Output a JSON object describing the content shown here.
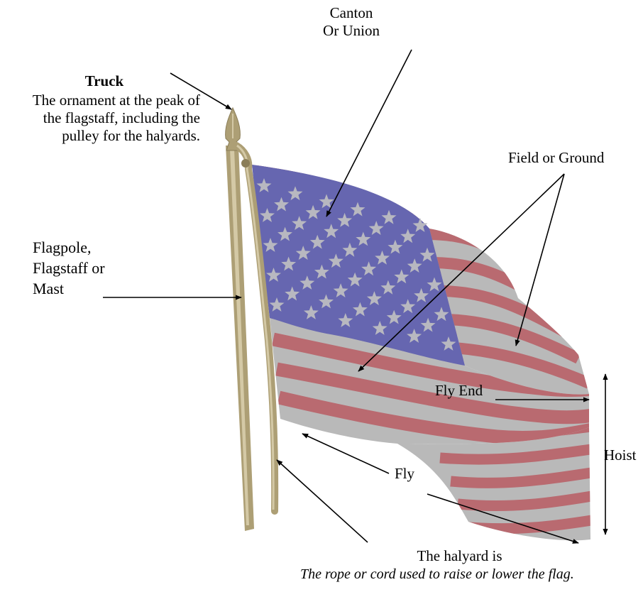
{
  "labels": {
    "canton": {
      "line1": "Canton",
      "line2": "Or Union"
    },
    "truck": {
      "title": "Truck",
      "desc1": "The ornament at the peak of",
      "desc2": "the flagstaff, including the",
      "desc3": "pulley for the halyards."
    },
    "field": "Field or Ground",
    "flagpole": {
      "line1": "Flagpole,",
      "line2": "Flagstaff or",
      "line3": "Mast"
    },
    "fly_end": "Fly End",
    "hoist": "Hoist",
    "fly": "Fly",
    "halyard": {
      "title": "The halyard is",
      "desc": "The rope or cord used to raise or lower the flag."
    }
  },
  "colors": {
    "canton": "#6666b0",
    "star": "#b8b8c0",
    "red_stripe": "#b96a70",
    "white_stripe": "#b9b9b9",
    "pole": "#ad9f75",
    "pole_highlight": "#d4c9a6"
  }
}
